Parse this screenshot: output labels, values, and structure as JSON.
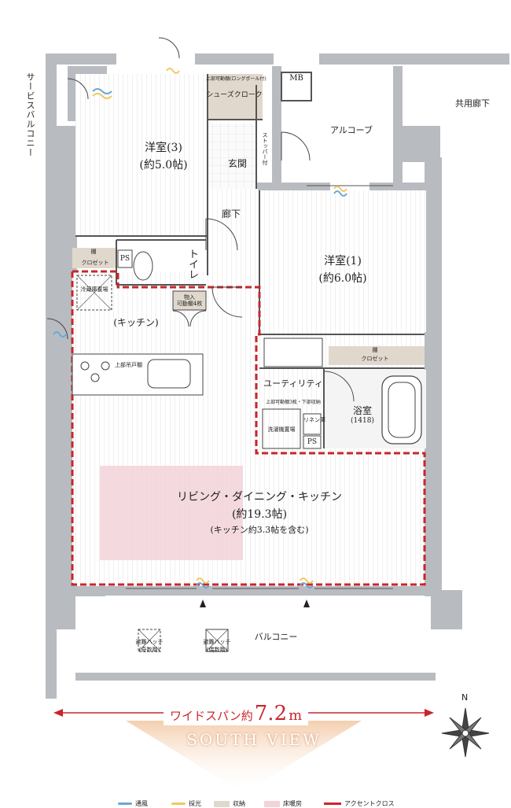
{
  "rooms": {
    "service_balcony": "サービスバルコニー",
    "bedroom3": "洋室(3)",
    "bedroom3_size": "(約5.0帖)",
    "entrance": "玄関",
    "shoe_closet": "シューズクローク",
    "shoe_shelf": "上部可動棚(ロングポール付)",
    "mb": "MB",
    "alcove": "アルコーブ",
    "common_corridor": "共用廊下",
    "hallway": "廊下",
    "toilet": "トイレ",
    "bedroom1": "洋室(1)",
    "bedroom1_size": "(約6.0帖)",
    "shelf1": "棚",
    "closet1": "クロゼット",
    "shelf3": "棚",
    "closet3": "クロゼット",
    "ps1": "PS",
    "ps2": "PS",
    "fridge": "冷蔵庫置場",
    "kitchen": "(キッチン)",
    "upper_cabinet": "上部吊戸棚",
    "storage_shelf": "物入\n可動棚4枚",
    "utility": "ユーティリティ",
    "upper_shelf": "上部可動棚3枚・下部収納",
    "washer": "洗濯機置場",
    "linen": "リネン庫",
    "bath": "浴室",
    "bath_size": "(1418)",
    "ldk": "リビング・ダイニング・キッチン",
    "ldk_size": "(約19.3帖)",
    "ldk_note": "(キッチン約3.3帖を含む)",
    "balcony": "バルコニー",
    "hatch_odd": "避難ハッチ",
    "hatch_odd_note": "(奇数階)",
    "hatch_even": "避難ハッチ",
    "hatch_even_note": "(偶数階)",
    "stopper": "ストッパー付"
  },
  "banner": {
    "wide_span_label": "ワイドスパン約",
    "wide_span_value": "7.2",
    "wide_span_unit": "m",
    "view": "SOUTH VIEW"
  },
  "compass": {
    "north": "N"
  },
  "legend": [
    {
      "label": "通風",
      "color": "#6aa8d8",
      "kind": "wave"
    },
    {
      "label": "採光",
      "color": "#f0c860",
      "kind": "wave"
    },
    {
      "label": "収納",
      "color": "#e0d8cc",
      "kind": "box"
    },
    {
      "label": "床暖房",
      "color": "#f0d4d8",
      "kind": "box"
    },
    {
      "label": "アクセントクロス",
      "color": "#c8262c",
      "kind": "line"
    }
  ],
  "colors": {
    "wall": "#b8bcc0",
    "floor_stripe": "#e6e6e6",
    "storage": "#e0d8cc",
    "floor_heating": "#f2d3d8",
    "accent": "#c8262c",
    "banner_gradient": "#f0c8a8"
  }
}
